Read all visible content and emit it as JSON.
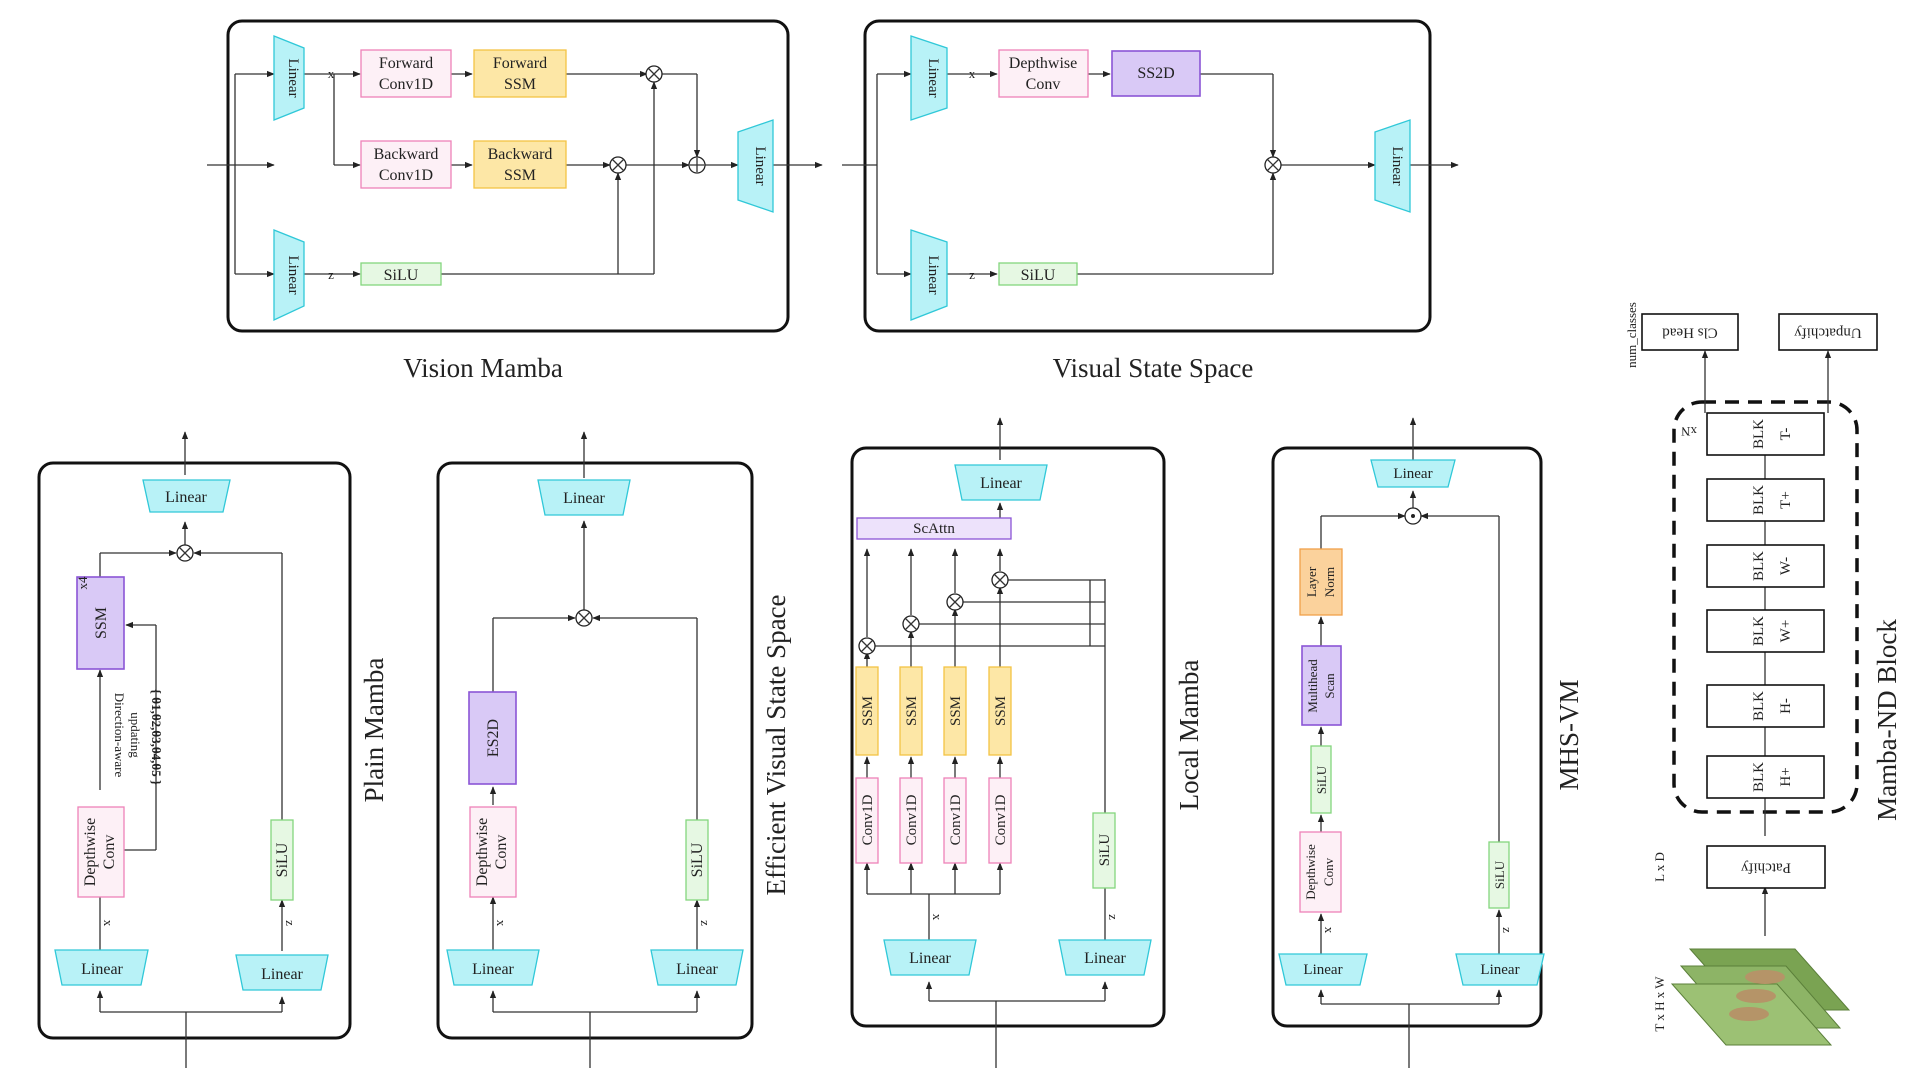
{
  "vision_mamba": {
    "title": "Vision Mamba",
    "linear": "Linear",
    "fwd_conv": [
      "Forward",
      "Conv1D"
    ],
    "fwd_ssm": [
      "Forward",
      "SSM"
    ],
    "bwd_conv": [
      "Backward",
      "Conv1D"
    ],
    "bwd_ssm": [
      "Backward",
      "SSM"
    ],
    "silu": "SiLU",
    "x": "x",
    "z": "z"
  },
  "visual_state_space": {
    "title": "Visual State Space",
    "linear": "Linear",
    "dw_conv": [
      "Depthwise",
      "Conv"
    ],
    "ss2d": "SS2D",
    "silu": "SiLU",
    "x": "x",
    "z": "z"
  },
  "plain_mamba": {
    "title": "Plain Mamba",
    "linear": "Linear",
    "ssm": "SSM",
    "ssm_rep": "x4",
    "direction_text": [
      "Direction-aware",
      "updating"
    ],
    "theta_set": "{ θ1,θ2,θ3,θ4,θ5 }",
    "dw_conv": [
      "Depthwise",
      "Conv"
    ],
    "silu": "SiLU",
    "x": "x",
    "z": "z"
  },
  "efficient_vss": {
    "title": "Efficient Visual State Space",
    "linear": "Linear",
    "es2d": "ES2D",
    "dw_conv": [
      "Depthwise",
      "Conv"
    ],
    "silu": "SiLU",
    "x": "x",
    "z": "z"
  },
  "local_mamba": {
    "title": "Local Mamba",
    "linear": "Linear",
    "scattn": "ScAttn",
    "ssm": "SSM",
    "conv1d": "Conv1D",
    "silu": "SiLU",
    "x": "x",
    "z": "z"
  },
  "mhs_vm": {
    "title": "MHS-VM",
    "linear": "Linear",
    "layer_norm": [
      "Layer",
      "Norm"
    ],
    "multihead_scan": [
      "Multihead",
      "Scan"
    ],
    "silu": "SiLU",
    "dw_conv": [
      "Depthwise",
      "Conv"
    ],
    "x": "x",
    "z": "z"
  },
  "mamba_nd": {
    "title": "Mamba-ND Block",
    "cls_head": "Cls Head",
    "unpatchify": "Unpatchify",
    "num_classes": "num_classes",
    "repeat": "xN",
    "blocks": [
      {
        "blk": "BLK",
        "dir": "T-"
      },
      {
        "blk": "BLK",
        "dir": "T+"
      },
      {
        "blk": "BLK",
        "dir": "W-"
      },
      {
        "blk": "BLK",
        "dir": "W+"
      },
      {
        "blk": "BLK",
        "dir": "H-"
      },
      {
        "blk": "BLK",
        "dir": "H+"
      }
    ],
    "patchify": "Patchify",
    "lxd": "L x D",
    "input_dims": "T x H x W"
  },
  "colors": {
    "linear": "#b8f2f7",
    "conv": "#fdf0f6",
    "ssm": "#fde7a6",
    "silu": "#e6f8e3",
    "scan": "#d9c9f6",
    "norm": "#fbd29c"
  }
}
